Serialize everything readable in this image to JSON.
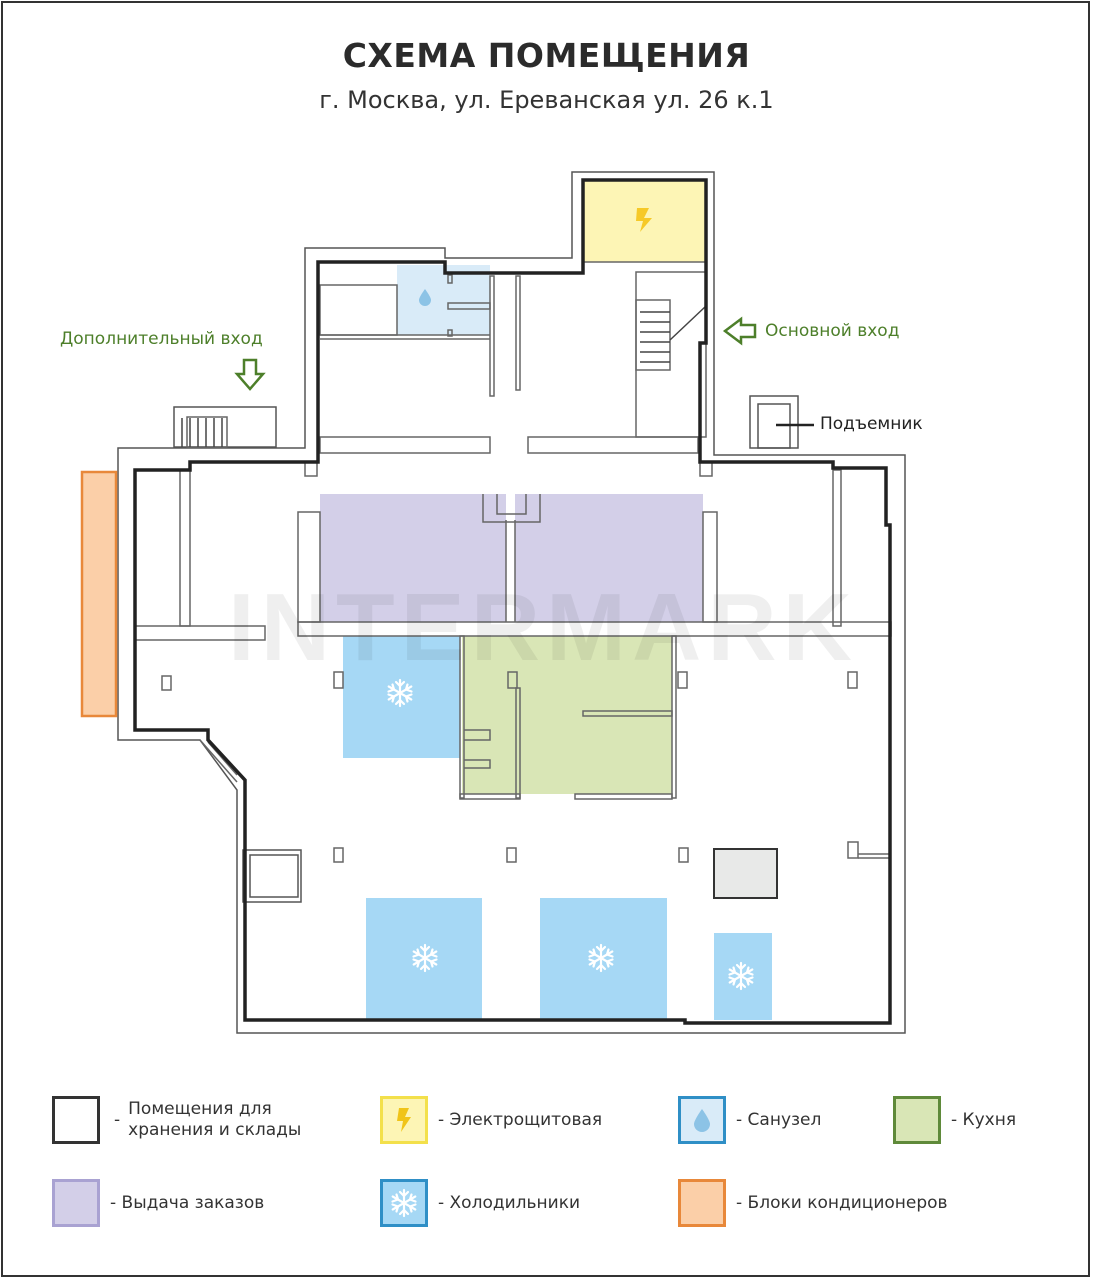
{
  "header": {
    "title": "СХЕМА ПОМЕЩЕНИЯ",
    "address": "г. Москва, ул. Ереванская ул. 26 к.1"
  },
  "plan": {
    "labels": {
      "extra_entrance": "Дополнительный вход",
      "main_entrance": "Основной вход",
      "lift": "Подъемник"
    },
    "watermark": "INTERMARK",
    "colors": {
      "wall": "#222222",
      "electrical": "#fdf5b5",
      "bathroom": "#d9ebf8",
      "kitchen": "#d9e6b6",
      "pickup": "#d3cfe8",
      "fridge": "#a6d8f5",
      "ac": "#fbcfa8",
      "ac_border": "#e8883a",
      "accent_green": "#4d7f2a"
    }
  },
  "legend": [
    {
      "name": "storage",
      "label": "- Помещения для хранения и склады",
      "line1": "Помещения для",
      "line2": "хранения и склады",
      "fill": "#ffffff",
      "border": "#333333",
      "icon": "none"
    },
    {
      "name": "electrical",
      "label": "- Электрощитовая",
      "fill": "#fdf5b5",
      "border": "#f3e04b",
      "icon": "lightning-icon"
    },
    {
      "name": "bathroom",
      "label": "- Санузел",
      "fill": "#d9ebf8",
      "border": "#2f8fc6",
      "icon": "water-drop-icon"
    },
    {
      "name": "kitchen",
      "label": "- Кухня",
      "fill": "#d9e6b6",
      "border": "#5f8a3a",
      "icon": "none"
    },
    {
      "name": "pickup",
      "label": "- Выдача заказов",
      "fill": "#d3cfe8",
      "border": "#a9a2d2",
      "icon": "none"
    },
    {
      "name": "fridges",
      "label": "- Холодильники",
      "fill": "#a6d8f5",
      "border": "#2f8fc6",
      "icon": "snowflake-icon"
    },
    {
      "name": "ac",
      "label": "- Блоки кондиционеров",
      "fill": "#fbcfa8",
      "border": "#e8883a",
      "icon": "none"
    }
  ]
}
